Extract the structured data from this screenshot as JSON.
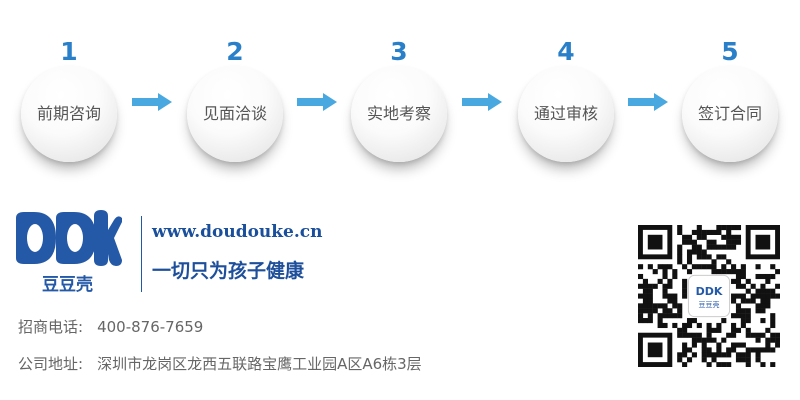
{
  "steps": [
    {
      "number": "1",
      "label": "前期咨询"
    },
    {
      "number": "2",
      "label": "见面洽谈"
    },
    {
      "number": "3",
      "label": "实地考察"
    },
    {
      "number": "4",
      "label": "通过审核"
    },
    {
      "number": "5",
      "label": "签订合同"
    }
  ],
  "brand": {
    "logo_text_en": "DDK",
    "logo_text_cn": "豆豆壳",
    "url": "www.doudouke.cn",
    "slogan": "一切只为孩子健康"
  },
  "contact": {
    "phone_label": "招商电话:",
    "phone_value": "400-876-7659",
    "address_label": "公司地址:",
    "address_value": "深圳市龙岗区龙西五联路宝鹰工业园A区A6栋3层"
  },
  "qr": {
    "logo_text": "DDK",
    "logo_sub": "豆豆壳"
  },
  "colors": {
    "accent": "#2a7fc9",
    "arrow": "#4aa8e0",
    "brand": "#1a4f9c",
    "text": "#555555"
  }
}
